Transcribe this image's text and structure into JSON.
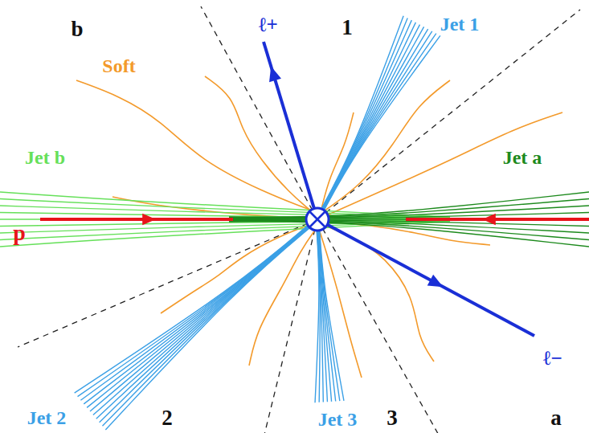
{
  "diagram": {
    "labels": [
      "b",
      "Soft",
      "ℓ+",
      "1",
      "Jet 1",
      "Jet b",
      "Jet a",
      "p",
      "ℓ−",
      "Jet 2",
      "2",
      "Jet 3",
      "3",
      "a"
    ]
  }
}
